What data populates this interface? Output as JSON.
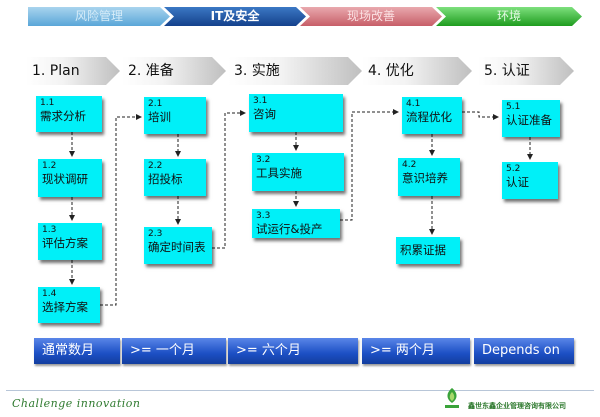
{
  "tabs": [
    {
      "label": "风险管理"
    },
    {
      "label": "IT及安全"
    },
    {
      "label": "现场改善"
    },
    {
      "label": "环境"
    }
  ],
  "phases": [
    {
      "label": "1. Plan"
    },
    {
      "label": "2. 准备"
    },
    {
      "label": "3. 实施"
    },
    {
      "label": "4. 优化"
    },
    {
      "label": "5. 认证"
    }
  ],
  "tasks": [
    {
      "num": "1.1",
      "label": "需求分析"
    },
    {
      "num": "1.2",
      "label": "现状调研"
    },
    {
      "num": "1.3",
      "label": "评估方案"
    },
    {
      "num": "1.4",
      "label": "选择方案"
    },
    {
      "num": "2.1",
      "label": "培训"
    },
    {
      "num": "2.2",
      "label": "招投标"
    },
    {
      "num": "2.3",
      "label": "确定时间表"
    },
    {
      "num": "3.1",
      "label": "咨询"
    },
    {
      "num": "3.2",
      "label": "工具实施"
    },
    {
      "num": "3.3",
      "label": "试运行&投产"
    },
    {
      "num": "4.1",
      "label": "流程优化"
    },
    {
      "num": "4.2",
      "label": "意识培养"
    },
    {
      "num": "",
      "label": "积累证据"
    },
    {
      "num": "5.1",
      "label": "认证准备"
    },
    {
      "num": "5.2",
      "label": "认证"
    }
  ],
  "durations": [
    {
      "label": "通常数月"
    },
    {
      "label": ">= 一个月"
    },
    {
      "label": ">= 六个月"
    },
    {
      "label": ">= 两个月"
    },
    {
      "label": "Depends on"
    }
  ],
  "footer": {
    "slogan": "Challenge innovation",
    "company": "鑫世东鑫企业管理咨询有限公司"
  },
  "colors": {
    "task_box": "#00f0f8",
    "duration_bar": "#1c4fc4",
    "active_tab": "#14418c"
  }
}
